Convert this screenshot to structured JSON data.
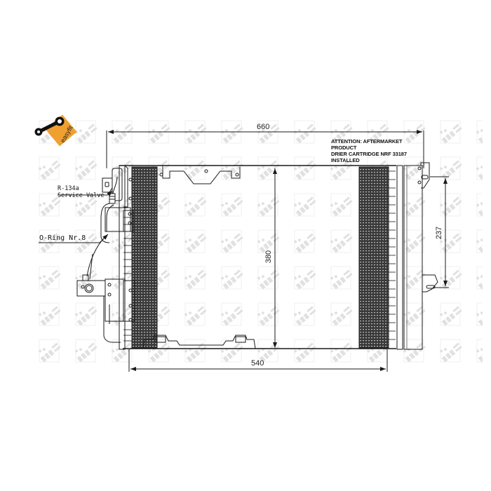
{
  "drawing": {
    "subject": "AC condenser technical drawing",
    "line_color": "#1a1a1a",
    "background": "#ffffff",
    "watermark": {
      "text": "NRF",
      "color": "#c8c8c8"
    }
  },
  "badge": {
    "label": "easyfit",
    "icon": "wrench-icon",
    "color": "#f0a030"
  },
  "dimensions": {
    "overall_width": "660",
    "core_width": "540",
    "core_height": "380",
    "bracket_spacing": "237"
  },
  "callouts": {
    "service_valve_line1": "R-134a",
    "service_valve_line2": "Service Valve",
    "oring": "O-Ring Nr.8"
  },
  "note": {
    "line1": "ATTENTION: AFTERMARKET",
    "line2": "PRODUCT",
    "line3": "DRIER CARTRIDGE NRF 33187",
    "line4": "INSTALLED"
  }
}
